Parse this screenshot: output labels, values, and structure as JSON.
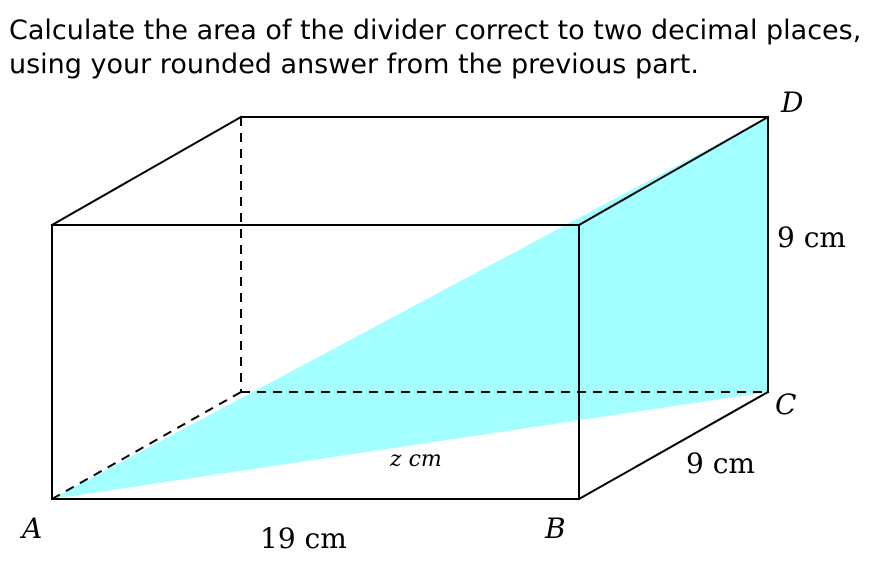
{
  "question": {
    "line1": "Calculate the area of the divider correct to two decimal places,",
    "line2": "using your rounded answer from the previous part."
  },
  "diagram": {
    "vertex_labels": {
      "a": "A",
      "b": "B",
      "c": "C",
      "d": "D"
    },
    "dimension_labels": {
      "length": "19 cm",
      "width": "9 cm",
      "height": "9 cm",
      "diagonal": "z cm"
    },
    "colors": {
      "divider_fill": "#a2feff",
      "edge": "#000000",
      "background": "#ffffff"
    }
  }
}
